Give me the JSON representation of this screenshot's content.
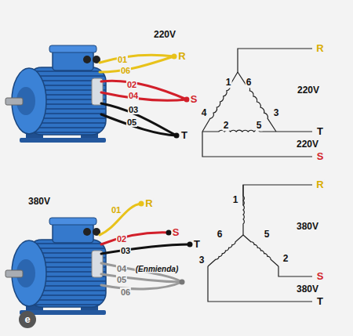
{
  "diagram": {
    "labels": [
      "220V",
      "01",
      "06",
      "R",
      "02",
      "04",
      "S",
      "03",
      "05",
      "T",
      "R",
      "1",
      "6",
      "220V",
      "4",
      "3",
      "2",
      "5",
      "T",
      "220V",
      "S",
      "380V",
      "01",
      "R",
      "02",
      "S",
      "03",
      "T",
      "04",
      "(Enmienda)",
      "05",
      "06",
      "R",
      "1",
      "380V",
      "6",
      "5",
      "3",
      "2",
      "S",
      "380V",
      "T",
      "e"
    ]
  }
}
